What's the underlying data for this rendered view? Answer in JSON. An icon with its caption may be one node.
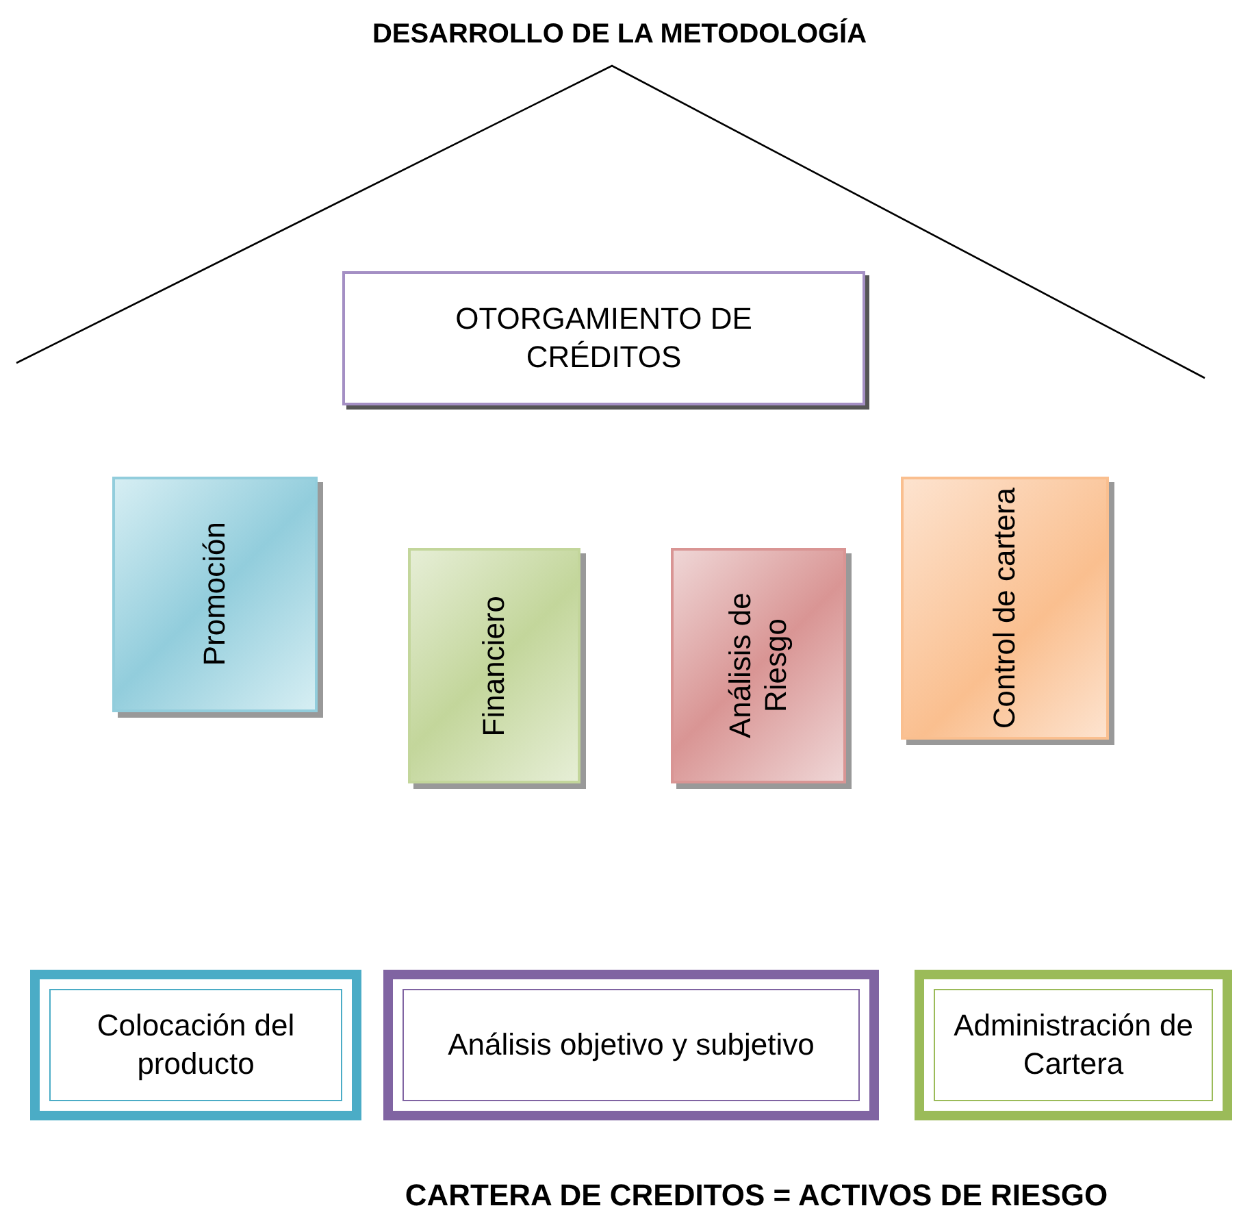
{
  "diagram": {
    "title": "DESARROLLO DE LA METODOLOGÍA",
    "caption": "CARTERA DE CREDITOS = ACTIVOS DE RIESGO",
    "nodes": [
      {
        "text": [
          "OTORGAMIENTO DE CRÉDITOS"
        ]
      },
      {
        "text": [
          "Promoción"
        ]
      },
      {
        "text": [
          "Financiero"
        ]
      },
      {
        "text": [
          "Análisis de Riesgo"
        ]
      },
      {
        "text": [
          "Control de cartera"
        ]
      },
      {
        "text": [
          "Colocación del producto"
        ]
      },
      {
        "text": [
          "Análisis objetivo y subjetivo"
        ]
      },
      {
        "text": [
          "Administración de Cartera"
        ]
      }
    ]
  }
}
